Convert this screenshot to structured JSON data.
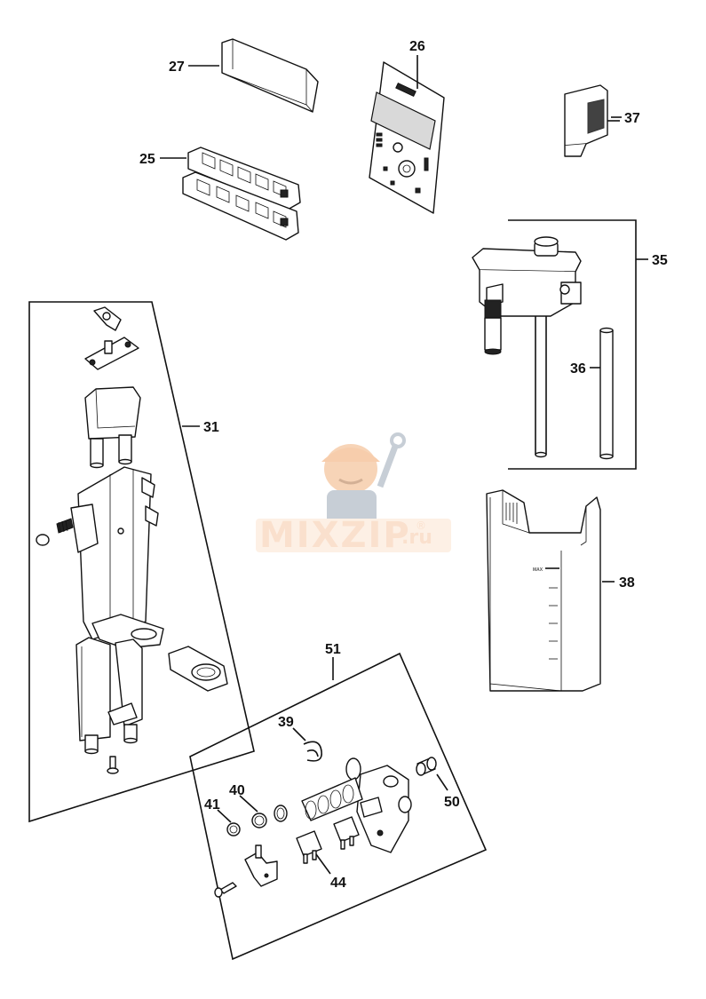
{
  "labels": {
    "p25": "25",
    "p26": "26",
    "p27": "27",
    "p31": "31",
    "p35": "35",
    "p36": "36",
    "p37": "37",
    "p38": "38",
    "p39": "39",
    "p40": "40",
    "p41": "41",
    "p44": "44",
    "p50": "50",
    "p51": "51"
  },
  "tank": {
    "max_mark": "MAX"
  },
  "watermark": {
    "brand": "MIXZIP",
    "suffix": ".ru",
    "registered": "®"
  },
  "colors": {
    "line": "#111111",
    "watermark": "#f7c8a6",
    "watermark_figure": "#f2a66a"
  }
}
